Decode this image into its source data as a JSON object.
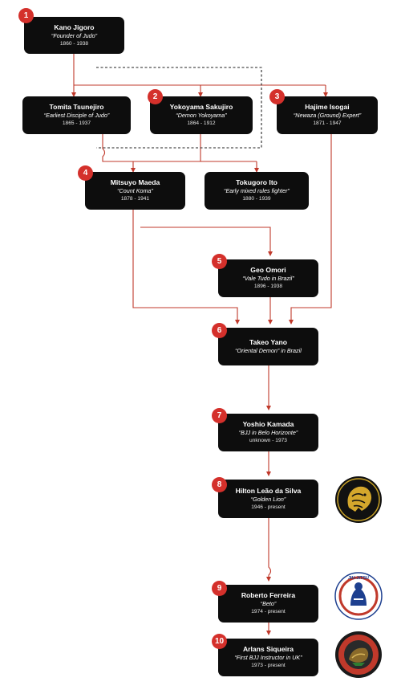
{
  "colors": {
    "line": "#c0392b",
    "badge": "#d4302b",
    "box": "#0d0d0d",
    "dashed": "#222222"
  },
  "nodes": [
    {
      "num": "1",
      "name": "Kano Jigoro",
      "nick": "“Founder of Judo”",
      "years": "1860 - 1938"
    },
    {
      "num": "",
      "name": "Tomita Tsunejiro",
      "nick": "“Earliest Disciple of Judo”",
      "years": "1865 - 1937"
    },
    {
      "num": "2",
      "name": "Yokoyama Sakujiro",
      "nick": "“Demon Yokoyama”",
      "years": "1864 - 1912"
    },
    {
      "num": "3",
      "name": "Hajime Isogai",
      "nick": "“Newaza (Ground) Expert”",
      "years": "1871 - 1947"
    },
    {
      "num": "4",
      "name": "Mitsuyo Maeda",
      "nick": "“Count Koma”",
      "years": "1878 - 1941"
    },
    {
      "num": "",
      "name": "Tokugoro Ito",
      "nick": "“Early mixed rules fighter”",
      "years": "1880 - 1939"
    },
    {
      "num": "5",
      "name": "Geo Omori",
      "nick": "“Vale Tudo in Brazil”",
      "years": "1896 - 1938"
    },
    {
      "num": "6",
      "name": "Takeo Yano",
      "nick": "“Oriental Demon” in Brazil",
      "years": ""
    },
    {
      "num": "7",
      "name": "Yoshio Kamada",
      "nick": "“BJJ in Belo Horizonte”",
      "years": "unknown - 1973"
    },
    {
      "num": "8",
      "name": "Hilton Leão da Silva",
      "nick": "“Golden Lion”",
      "years": "1946 - present"
    },
    {
      "num": "9",
      "name": "Roberto Ferreira",
      "nick": "“Beto”",
      "years": "1974 - present"
    },
    {
      "num": "10",
      "name": "Arlans Siqueira",
      "nick": "“First BJJ Instructor in UK”",
      "years": "1973 - present"
    }
  ],
  "logos": {
    "roberto_text": "JIU-JITSU"
  }
}
